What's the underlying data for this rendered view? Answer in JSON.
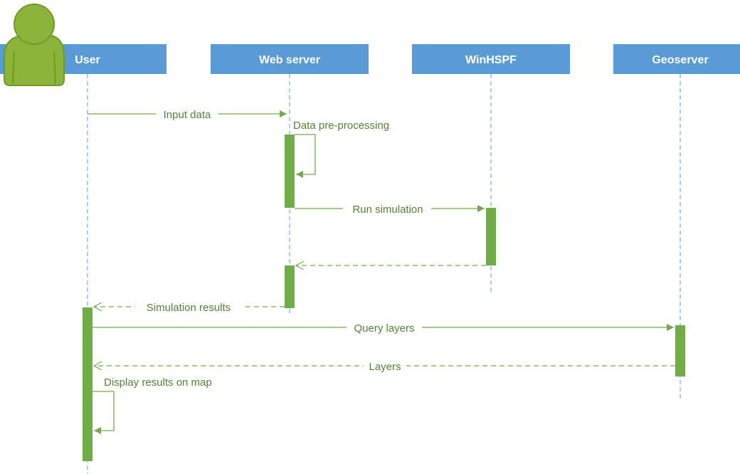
{
  "colors": {
    "header": "#5B9BD5",
    "lifeline": "#5B9BD5",
    "message": "#70AD47",
    "activation": "#70AD47",
    "avatar_fill": "#8DB43A",
    "avatar_stroke": "#6E9A2A",
    "header_text": "#FFFFFF",
    "label_text": "#548235"
  },
  "icons": {
    "user_avatar": "person-icon"
  },
  "participants": [
    {
      "id": "user",
      "label": "User"
    },
    {
      "id": "web",
      "label": "Web server"
    },
    {
      "id": "winhspf",
      "label": "WinHSPF"
    },
    {
      "id": "geo",
      "label": "Geoserver"
    }
  ],
  "messages": [
    {
      "id": "input-data",
      "label": "Input data",
      "from": "user",
      "to": "web",
      "style": "solid"
    },
    {
      "id": "data-pre-processing",
      "label": "Data pre-processing",
      "from": "web",
      "to": "web",
      "style": "solid"
    },
    {
      "id": "run-simulation",
      "label": "Run simulation",
      "from": "web",
      "to": "winhspf",
      "style": "solid"
    },
    {
      "id": "return-to-web",
      "label": "",
      "from": "winhspf",
      "to": "web",
      "style": "dashed"
    },
    {
      "id": "simulation-results",
      "label": "Simulation results",
      "from": "web",
      "to": "user",
      "style": "dashed"
    },
    {
      "id": "query-layers",
      "label": "Query layers",
      "from": "user",
      "to": "geo",
      "style": "solid"
    },
    {
      "id": "layers",
      "label": "Layers",
      "from": "geo",
      "to": "user",
      "style": "dashed"
    },
    {
      "id": "display-results-on-map",
      "label": "Display results on map",
      "from": "user",
      "to": "user",
      "style": "solid"
    }
  ]
}
